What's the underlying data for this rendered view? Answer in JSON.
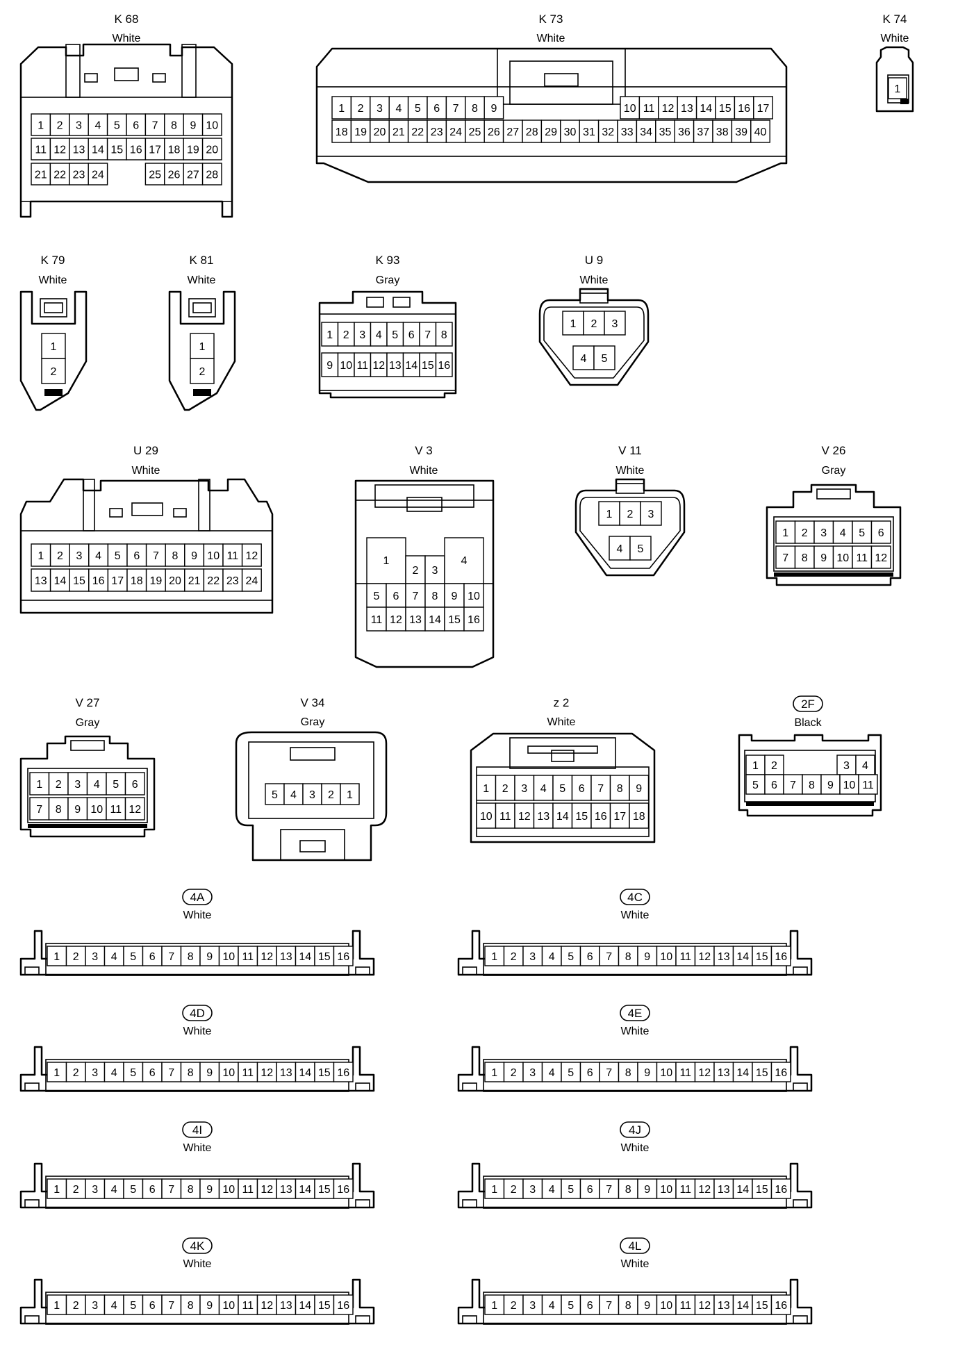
{
  "connectors": [
    {
      "id": "k68",
      "name": "K 68",
      "color": "White",
      "pins": [
        [
          "1",
          "2",
          "3",
          "4",
          "5",
          "6",
          "7",
          "8",
          "9",
          "10"
        ],
        [
          "11",
          "12",
          "13",
          "14",
          "15",
          "16",
          "17",
          "18",
          "19",
          "20"
        ],
        [
          "21",
          "22",
          "23",
          "24",
          "",
          "",
          "25",
          "26",
          "27",
          "28"
        ]
      ]
    },
    {
      "id": "k73",
      "name": "K 73",
      "color": "White",
      "pins": [
        [
          "1",
          "2",
          "3",
          "4",
          "5",
          "6",
          "7",
          "8",
          "9"
        ],
        [
          "10",
          "11",
          "12",
          "13",
          "14",
          "15",
          "16",
          "17"
        ],
        [
          "18",
          "19",
          "20",
          "21",
          "22",
          "23",
          "24",
          "25",
          "26",
          "27",
          "28",
          "29",
          "30",
          "31",
          "32",
          "33",
          "34",
          "35",
          "36",
          "37",
          "38",
          "39",
          "40"
        ]
      ]
    },
    {
      "id": "k74",
      "name": "K 74",
      "color": "White",
      "pins": [
        [
          "1"
        ]
      ]
    },
    {
      "id": "k79",
      "name": "K 79",
      "color": "White",
      "pins": [
        [
          "1"
        ],
        [
          "2"
        ]
      ]
    },
    {
      "id": "k81",
      "name": "K 81",
      "color": "White",
      "pins": [
        [
          "1"
        ],
        [
          "2"
        ]
      ]
    },
    {
      "id": "k93",
      "name": "K 93",
      "color": "Gray",
      "pins": [
        [
          "1",
          "2",
          "3",
          "4",
          "5",
          "6",
          "7",
          "8"
        ],
        [
          "9",
          "10",
          "11",
          "12",
          "13",
          "14",
          "15",
          "16"
        ]
      ]
    },
    {
      "id": "u9",
      "name": "U 9",
      "color": "White",
      "pins": [
        [
          "1",
          "2",
          "3"
        ],
        [
          "4",
          "5"
        ]
      ]
    },
    {
      "id": "u29",
      "name": "U 29",
      "color": "White",
      "pins": [
        [
          "1",
          "2",
          "3",
          "4",
          "5",
          "6",
          "7",
          "8",
          "9",
          "10",
          "11",
          "12"
        ],
        [
          "13",
          "14",
          "15",
          "16",
          "17",
          "18",
          "19",
          "20",
          "21",
          "22",
          "23",
          "24"
        ]
      ]
    },
    {
      "id": "v3",
      "name": "V 3",
      "color": "White",
      "pins": [
        [
          "1",
          "2",
          "3",
          "4"
        ],
        [
          "5",
          "6",
          "7",
          "8",
          "9",
          "10"
        ],
        [
          "11",
          "12",
          "13",
          "14",
          "15",
          "16"
        ]
      ]
    },
    {
      "id": "v11",
      "name": "V 11",
      "color": "White",
      "pins": [
        [
          "1",
          "2",
          "3"
        ],
        [
          "4",
          "5"
        ]
      ]
    },
    {
      "id": "v26",
      "name": "V 26",
      "color": "Gray",
      "pins": [
        [
          "1",
          "2",
          "3",
          "4",
          "5",
          "6"
        ],
        [
          "7",
          "8",
          "9",
          "10",
          "11",
          "12"
        ]
      ]
    },
    {
      "id": "v27",
      "name": "V 27",
      "color": "Gray",
      "pins": [
        [
          "1",
          "2",
          "3",
          "4",
          "5",
          "6"
        ],
        [
          "7",
          "8",
          "9",
          "10",
          "11",
          "12"
        ]
      ]
    },
    {
      "id": "v34",
      "name": "V 34",
      "color": "Gray",
      "pins": [
        [
          "5",
          "4",
          "3",
          "2",
          "1"
        ]
      ]
    },
    {
      "id": "z2",
      "name": "z 2",
      "color": "White",
      "pins": [
        [
          "1",
          "2",
          "3",
          "4",
          "5",
          "6",
          "7",
          "8",
          "9"
        ],
        [
          "10",
          "11",
          "12",
          "13",
          "14",
          "15",
          "16",
          "17",
          "18"
        ]
      ]
    },
    {
      "id": "c2f",
      "name": "2F",
      "color": "Black",
      "pins": [
        [
          "1",
          "2",
          "",
          "",
          "3",
          "4"
        ],
        [
          "5",
          "6",
          "7",
          "8",
          "9",
          "10",
          "11"
        ]
      ]
    },
    {
      "id": "c4a",
      "name": "4A",
      "color": "White",
      "pins": [
        [
          "1",
          "2",
          "3",
          "4",
          "5",
          "6",
          "7",
          "8",
          "9",
          "10",
          "11",
          "12",
          "13",
          "14",
          "15",
          "16"
        ]
      ]
    },
    {
      "id": "c4c",
      "name": "4C",
      "color": "White",
      "pins": [
        [
          "1",
          "2",
          "3",
          "4",
          "5",
          "6",
          "7",
          "8",
          "9",
          "10",
          "11",
          "12",
          "13",
          "14",
          "15",
          "16"
        ]
      ]
    },
    {
      "id": "c4d",
      "name": "4D",
      "color": "White",
      "pins": [
        [
          "1",
          "2",
          "3",
          "4",
          "5",
          "6",
          "7",
          "8",
          "9",
          "10",
          "11",
          "12",
          "13",
          "14",
          "15",
          "16"
        ]
      ]
    },
    {
      "id": "c4e",
      "name": "4E",
      "color": "White",
      "pins": [
        [
          "1",
          "2",
          "3",
          "4",
          "5",
          "6",
          "7",
          "8",
          "9",
          "10",
          "11",
          "12",
          "13",
          "14",
          "15",
          "16"
        ]
      ]
    },
    {
      "id": "c4i",
      "name": "4I",
      "color": "White",
      "pins": [
        [
          "1",
          "2",
          "3",
          "4",
          "5",
          "6",
          "7",
          "8",
          "9",
          "10",
          "11",
          "12",
          "13",
          "14",
          "15",
          "16"
        ]
      ]
    },
    {
      "id": "c4j",
      "name": "4J",
      "color": "White",
      "pins": [
        [
          "1",
          "2",
          "3",
          "4",
          "5",
          "6",
          "7",
          "8",
          "9",
          "10",
          "11",
          "12",
          "13",
          "14",
          "15",
          "16"
        ]
      ]
    },
    {
      "id": "c4k",
      "name": "4K",
      "color": "White",
      "pins": [
        [
          "1",
          "2",
          "3",
          "4",
          "5",
          "6",
          "7",
          "8",
          "9",
          "10",
          "11",
          "12",
          "13",
          "14",
          "15",
          "16"
        ]
      ]
    },
    {
      "id": "c4l",
      "name": "4L",
      "color": "White",
      "pins": [
        [
          "1",
          "2",
          "3",
          "4",
          "5",
          "6",
          "7",
          "8",
          "9",
          "10",
          "11",
          "12",
          "13",
          "14",
          "15",
          "16"
        ]
      ]
    }
  ]
}
